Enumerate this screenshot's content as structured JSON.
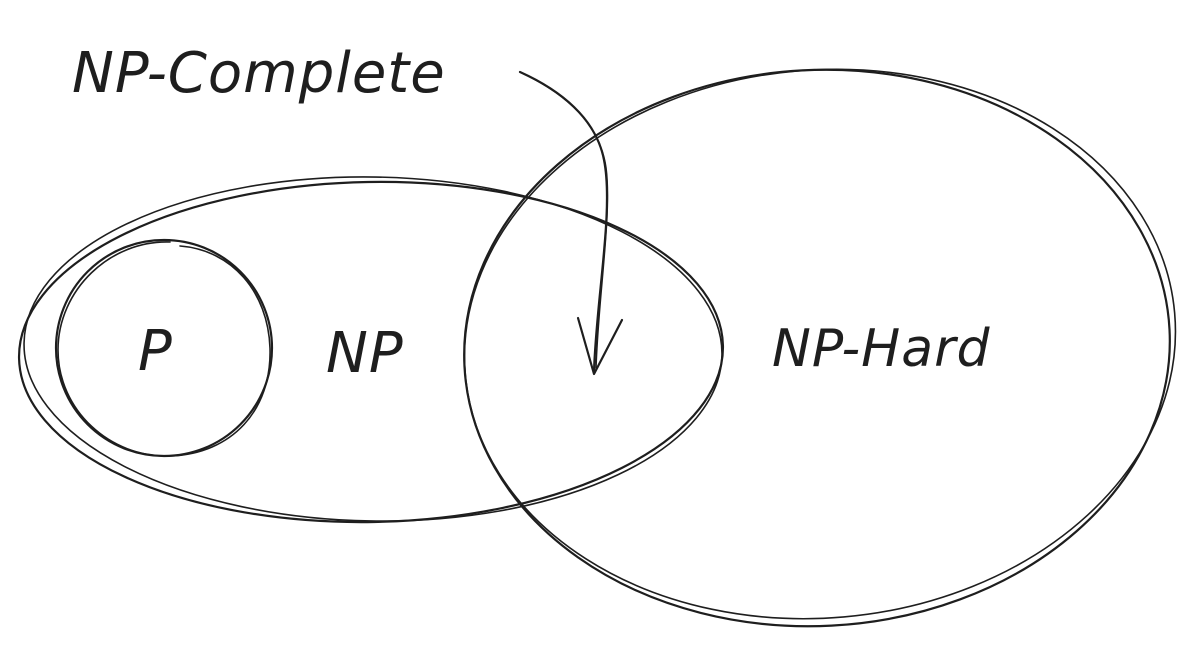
{
  "diagram": {
    "labels": {
      "p": "P",
      "np": "NP",
      "np_hard": "NP-Hard",
      "np_complete": "NP-Complete"
    },
    "colors": {
      "stroke": "#1e1e1e",
      "background": "#ffffff"
    }
  }
}
